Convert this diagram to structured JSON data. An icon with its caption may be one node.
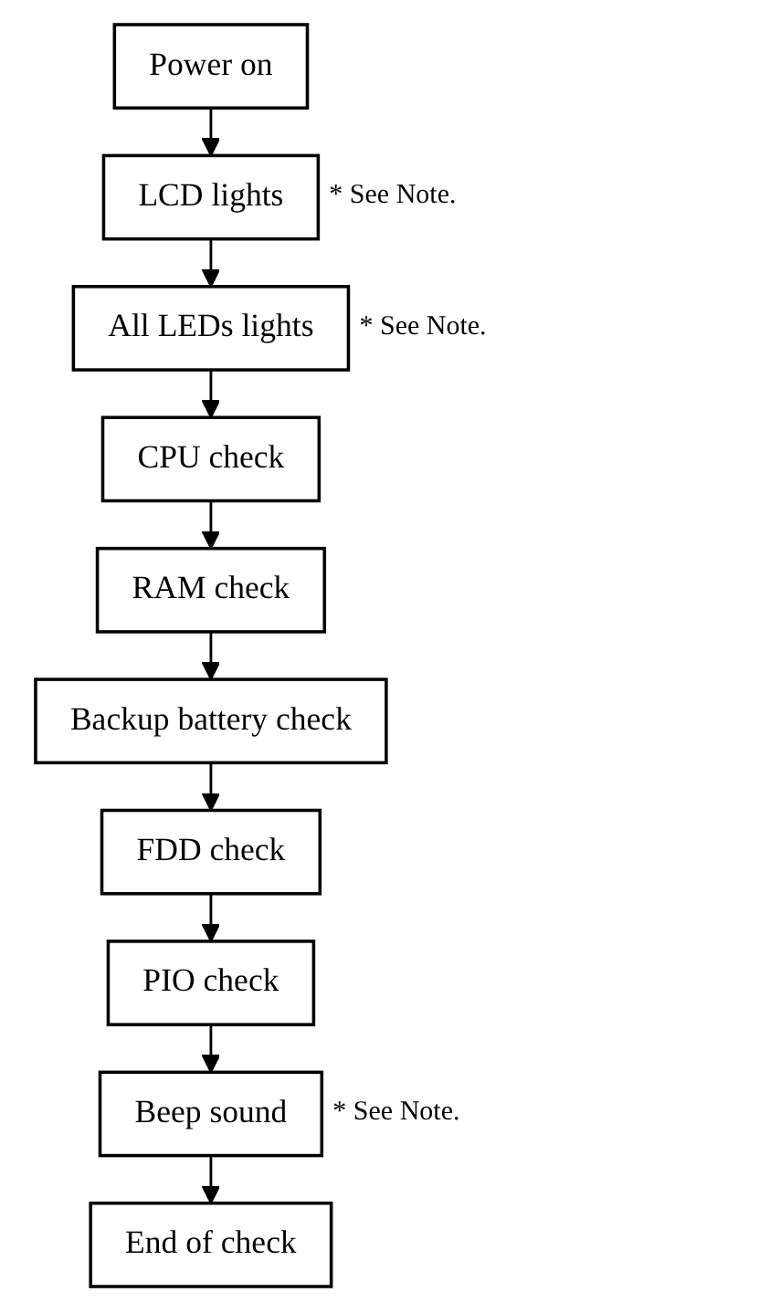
{
  "diagram": {
    "nodes": [
      {
        "text": [
          "Power on"
        ]
      },
      {
        "text": [
          "LCD lights"
        ],
        "beside": [
          "* See Note."
        ]
      },
      {
        "text": [
          "All LEDs lights"
        ],
        "beside": [
          "* See Note."
        ]
      },
      {
        "text": [
          "CPU check"
        ]
      },
      {
        "text": [
          "RAM check"
        ]
      },
      {
        "text": [
          "Backup battery check"
        ]
      },
      {
        "text": [
          "FDD check"
        ]
      },
      {
        "text": [
          "PIO check"
        ]
      },
      {
        "text": [
          "Beep sound"
        ],
        "beside": [
          "* See Note."
        ]
      },
      {
        "text": [
          "End of check"
        ]
      }
    ],
    "edges": [
      {
        "from": 0,
        "to": 1,
        "arrow": "to"
      },
      {
        "from": 1,
        "to": 2,
        "arrow": "to"
      },
      {
        "from": 2,
        "to": 3,
        "arrow": "to"
      },
      {
        "from": 3,
        "to": 4,
        "arrow": "to"
      },
      {
        "from": 4,
        "to": 5,
        "arrow": "to"
      },
      {
        "from": 5,
        "to": 6,
        "arrow": "to"
      },
      {
        "from": 6,
        "to": 7,
        "arrow": "to"
      },
      {
        "from": 7,
        "to": 8,
        "arrow": "to"
      },
      {
        "from": 8,
        "to": 9,
        "arrow": "to"
      }
    ]
  }
}
